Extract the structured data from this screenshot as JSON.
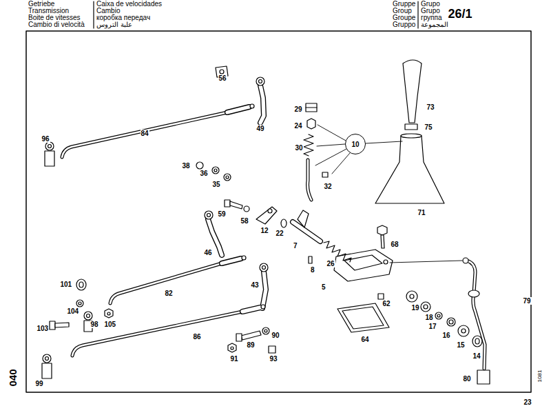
{
  "diagram": {
    "nodes": [
      {
        "text": [
          "10"
        ]
      }
    ],
    "labels": [
      "Getriebe",
      "Transmission",
      "Boite de vitesses",
      "Cambio di velocità",
      "Caixa de velocidades",
      "Cambio",
      "коробка передач",
      "علبة التروس",
      "Gruppe",
      "Group",
      "Groupe",
      "Gruppo",
      "Grupo",
      "Grupo",
      "группа",
      "المجموعة",
      "26/1",
      "040",
      "1081",
      "23",
      "56",
      "49",
      "84",
      "96",
      "29",
      "24",
      "30",
      "32",
      "73",
      "75",
      "71",
      "38",
      "36",
      "35",
      "59",
      "58",
      "12",
      "22",
      "7",
      "8",
      "26",
      "5",
      "68",
      "46",
      "101",
      "82",
      "104",
      "98",
      "105",
      "103",
      "43",
      "86",
      "91",
      "89",
      "90",
      "93",
      "99",
      "62",
      "64",
      "19",
      "18",
      "17",
      "16",
      "15",
      "14",
      "79",
      "80"
    ]
  }
}
